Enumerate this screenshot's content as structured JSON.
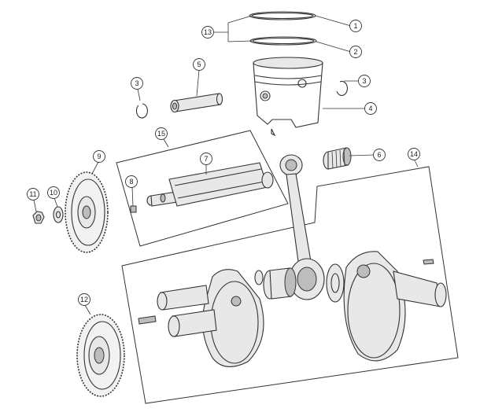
{
  "callouts": [
    {
      "id": "c1",
      "label": "1"
    },
    {
      "id": "c2",
      "label": "2"
    },
    {
      "id": "c3a",
      "label": "3"
    },
    {
      "id": "c3b",
      "label": "3"
    },
    {
      "id": "c4",
      "label": "4"
    },
    {
      "id": "c5",
      "label": "5"
    },
    {
      "id": "c6",
      "label": "6"
    },
    {
      "id": "c7",
      "label": "7"
    },
    {
      "id": "c8",
      "label": "8"
    },
    {
      "id": "c9",
      "label": "9"
    },
    {
      "id": "c10",
      "label": "10"
    },
    {
      "id": "c11",
      "label": "11"
    },
    {
      "id": "c12",
      "label": "12"
    },
    {
      "id": "c13",
      "label": "13"
    },
    {
      "id": "c14",
      "label": "14"
    },
    {
      "id": "c15",
      "label": "15"
    }
  ]
}
